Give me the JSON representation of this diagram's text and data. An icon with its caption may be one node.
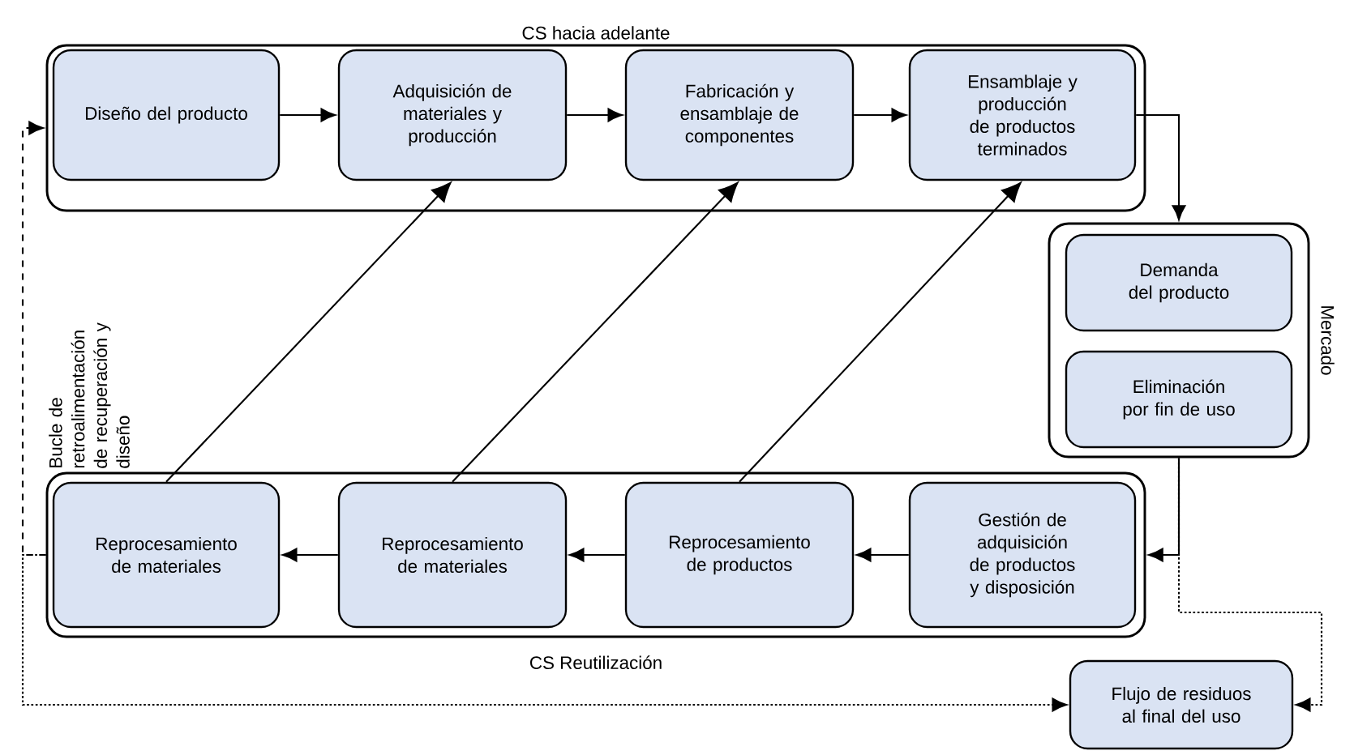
{
  "diagram": {
    "nodes": [
      {
        "text": [
          "CS hacia adelante"
        ]
      },
      {
        "text": [
          "Diseño del producto"
        ],
        "in": 0
      },
      {
        "text": [
          "Adquisición de materiales y producción"
        ],
        "in": 0
      },
      {
        "text": [
          "Fabricación y ensamblaje de componentes"
        ],
        "in": 0
      },
      {
        "text": [
          "Ensamblaje  y producción de productos terminados"
        ],
        "in": 0
      },
      {
        "text": [
          "Mercado"
        ]
      },
      {
        "text": [
          "Demanda del producto"
        ],
        "in": 5
      },
      {
        "text": [
          "Eliminación por fin de uso"
        ],
        "in": 5
      },
      {
        "text": [
          "CS Reutilización"
        ]
      },
      {
        "text": [
          "Reprocesamiento de materiales"
        ],
        "in": 8
      },
      {
        "text": [
          "Reprocesamiento de materiales"
        ],
        "in": 8
      },
      {
        "text": [
          "Reprocesamiento de productos"
        ],
        "in": 8
      },
      {
        "text": [
          "Gestión de adquisición de productos y disposición"
        ],
        "in": 8
      },
      {
        "text": [
          "Flujo de residuos al final del uso"
        ]
      }
    ],
    "edges": [
      {
        "from": 1,
        "to": 2,
        "arrow": "to"
      },
      {
        "from": 2,
        "to": 3,
        "arrow": "to"
      },
      {
        "from": 3,
        "to": 4,
        "arrow": "to"
      },
      {
        "from": 4,
        "to": 5,
        "arrow": "to"
      },
      {
        "from": 5,
        "to": 8,
        "arrow": "to"
      },
      {
        "from": 5,
        "to": 13,
        "arrow": "to",
        "style": "dashed"
      },
      {
        "from": 12,
        "to": 11,
        "arrow": "to"
      },
      {
        "from": 11,
        "to": 10,
        "arrow": "to"
      },
      {
        "from": 10,
        "to": 9,
        "arrow": "to"
      },
      {
        "from": 9,
        "to": 2,
        "arrow": "to"
      },
      {
        "from": 10,
        "to": 3,
        "arrow": "to"
      },
      {
        "from": 11,
        "to": 4,
        "arrow": "to"
      },
      {
        "from": 8,
        "to": 0,
        "arrow": "to",
        "style": "dashed",
        "label": "Bucle de retroalimentación de recuperación y diseño"
      },
      {
        "from": 8,
        "to": 13,
        "arrow": "to",
        "style": "dashed"
      }
    ]
  }
}
